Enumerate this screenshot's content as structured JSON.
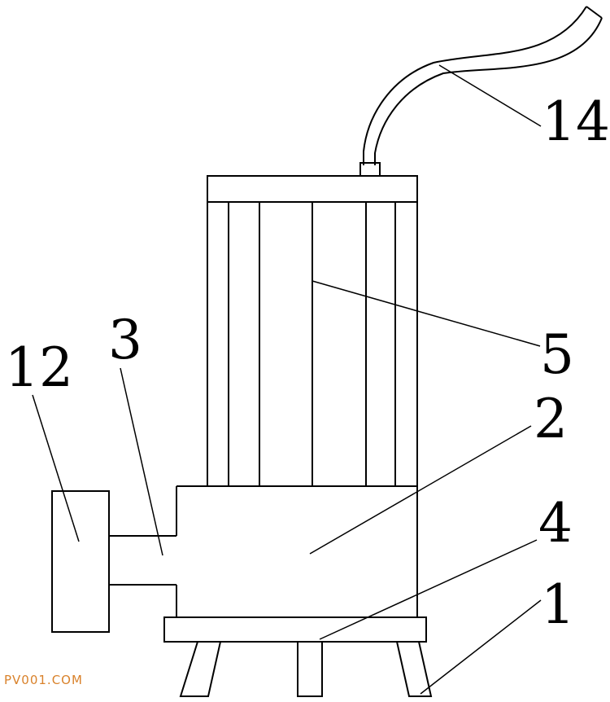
{
  "labels": {
    "cable": "14",
    "motor_housing": "5",
    "pump_body": "2",
    "outlet_pipe": "3",
    "outlet_box": "12",
    "base_plate": "4",
    "support_leg": "1"
  },
  "watermark": "PV001.COM",
  "colors": {
    "line": "#000000",
    "watermark": "#d9822b",
    "background": "#ffffff"
  }
}
